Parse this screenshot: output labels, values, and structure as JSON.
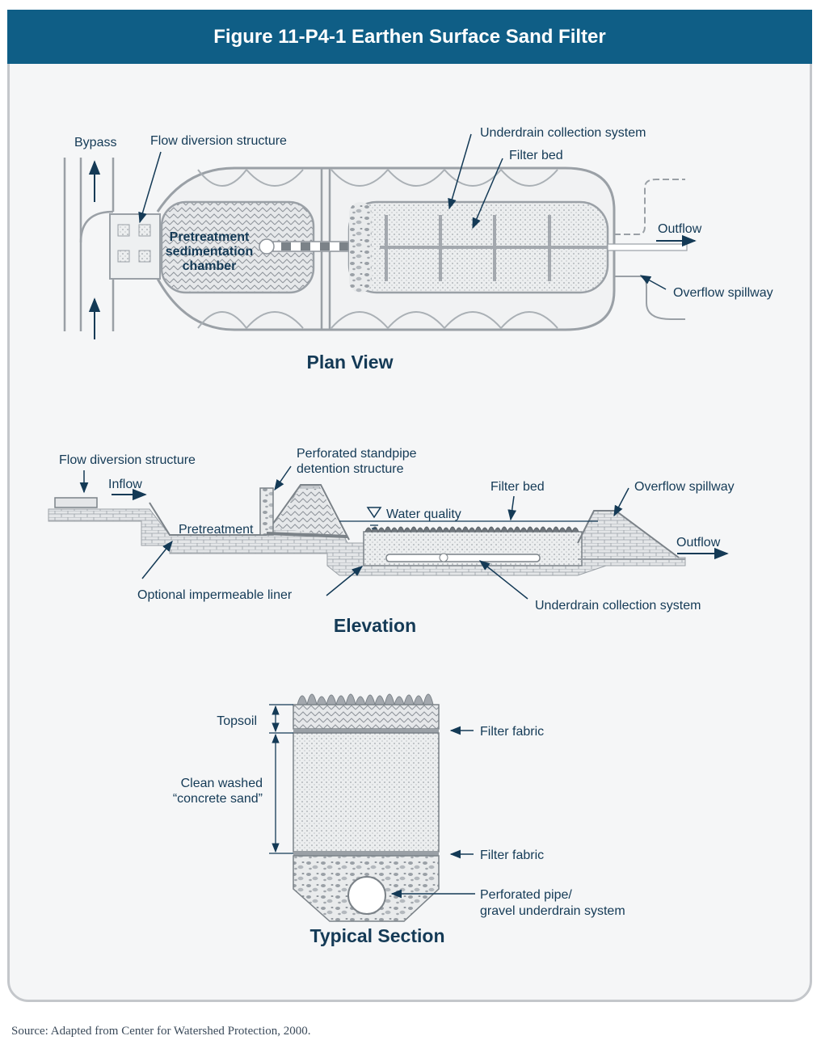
{
  "title": "Figure 11-P4-1  Earthen Surface Sand Filter",
  "source": "Source: Adapted from Center for Watershed Protection, 2000.",
  "colors": {
    "header": "#0f5e86",
    "ink": "#143a56",
    "panel": "#f5f6f7",
    "border": "#c4c7cb"
  },
  "plan_view": {
    "heading": "Plan View",
    "labels": {
      "bypass": "Bypass",
      "flow_diversion": "Flow diversion structure",
      "pretreatment_1": "Pretreatment",
      "pretreatment_2": "sedimentation",
      "pretreatment_3": "chamber",
      "underdrain": "Underdrain collection system",
      "filter_bed": "Filter bed",
      "outflow": "Outflow",
      "overflow": "Overflow spillway"
    }
  },
  "elevation": {
    "heading": "Elevation",
    "labels": {
      "flow_diversion": "Flow diversion structure",
      "inflow": "Inflow",
      "standpipe_1": "Perforated standpipe",
      "standpipe_2": "detention structure",
      "filter_bed": "Filter bed",
      "overflow": "Overflow spillway",
      "water_quality": "Water quality",
      "pretreatment": "Pretreatment",
      "outflow": "Outflow",
      "liner": "Optional impermeable liner",
      "underdrain": "Underdrain collection system"
    }
  },
  "section": {
    "heading": "Typical Section",
    "labels": {
      "topsoil": "Topsoil",
      "sand_1": "Clean washed",
      "sand_2": "“concrete sand”",
      "fabric_top": "Filter fabric",
      "fabric_bottom": "Filter fabric",
      "pipe_1": "Perforated pipe/",
      "pipe_2": "gravel underdrain system"
    }
  }
}
